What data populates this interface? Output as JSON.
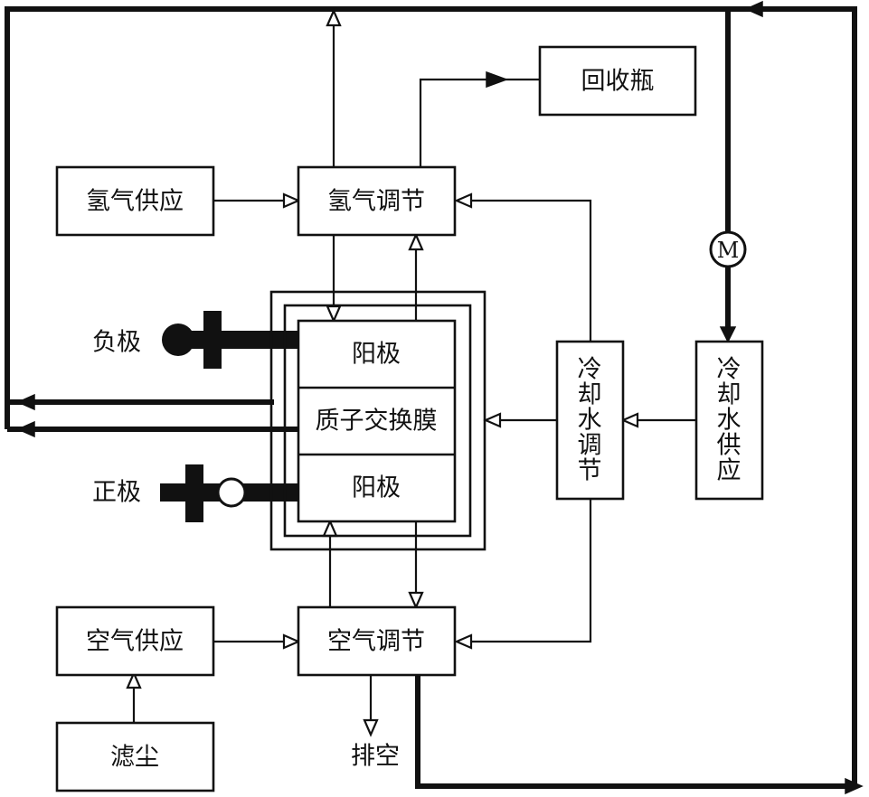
{
  "labels": {
    "recovery_bottle": "回收瓶",
    "hydrogen_supply": "氢气供应",
    "hydrogen_regulation": "氢气调节",
    "negative_pole": "负极",
    "positive_pole": "正极",
    "anode_top": "阳极",
    "pem": "质子交换膜",
    "anode_bottom": "阳极",
    "cooling_regulation": [
      "冷",
      "却",
      "水",
      "调",
      "节"
    ],
    "cooling_supply": [
      "冷",
      "却",
      "水",
      "供",
      "应"
    ],
    "air_supply": "空气供应",
    "air_regulation": "空气调节",
    "dust_filter": "滤尘",
    "exhaust": "排空",
    "pump": "M"
  },
  "colors": {
    "line": "#111111",
    "background": "#ffffff"
  }
}
